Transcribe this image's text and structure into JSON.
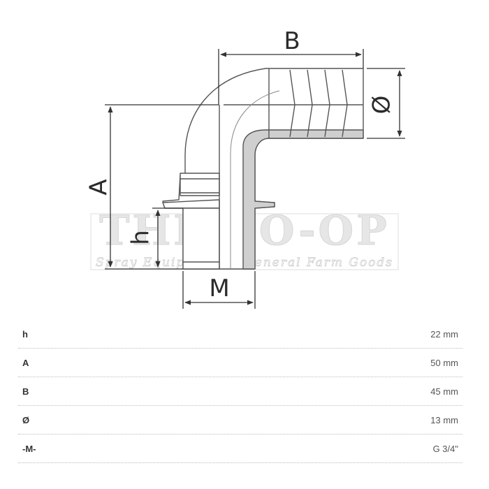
{
  "diagram": {
    "labels": {
      "B": "B",
      "diameter": "Ø",
      "A": "A",
      "h": "h",
      "M": "M"
    },
    "watermark": {
      "title": "THE CO-OP",
      "subtitle": "Spray Equipment & General Farm Goods"
    }
  },
  "specs": [
    {
      "label": "h",
      "value": "22 mm"
    },
    {
      "label": "A",
      "value": "50 mm"
    },
    {
      "label": "B",
      "value": "45 mm"
    },
    {
      "label": "Ø",
      "value": "13 mm"
    },
    {
      "label": "-M-",
      "value": "G 3/4\""
    }
  ]
}
